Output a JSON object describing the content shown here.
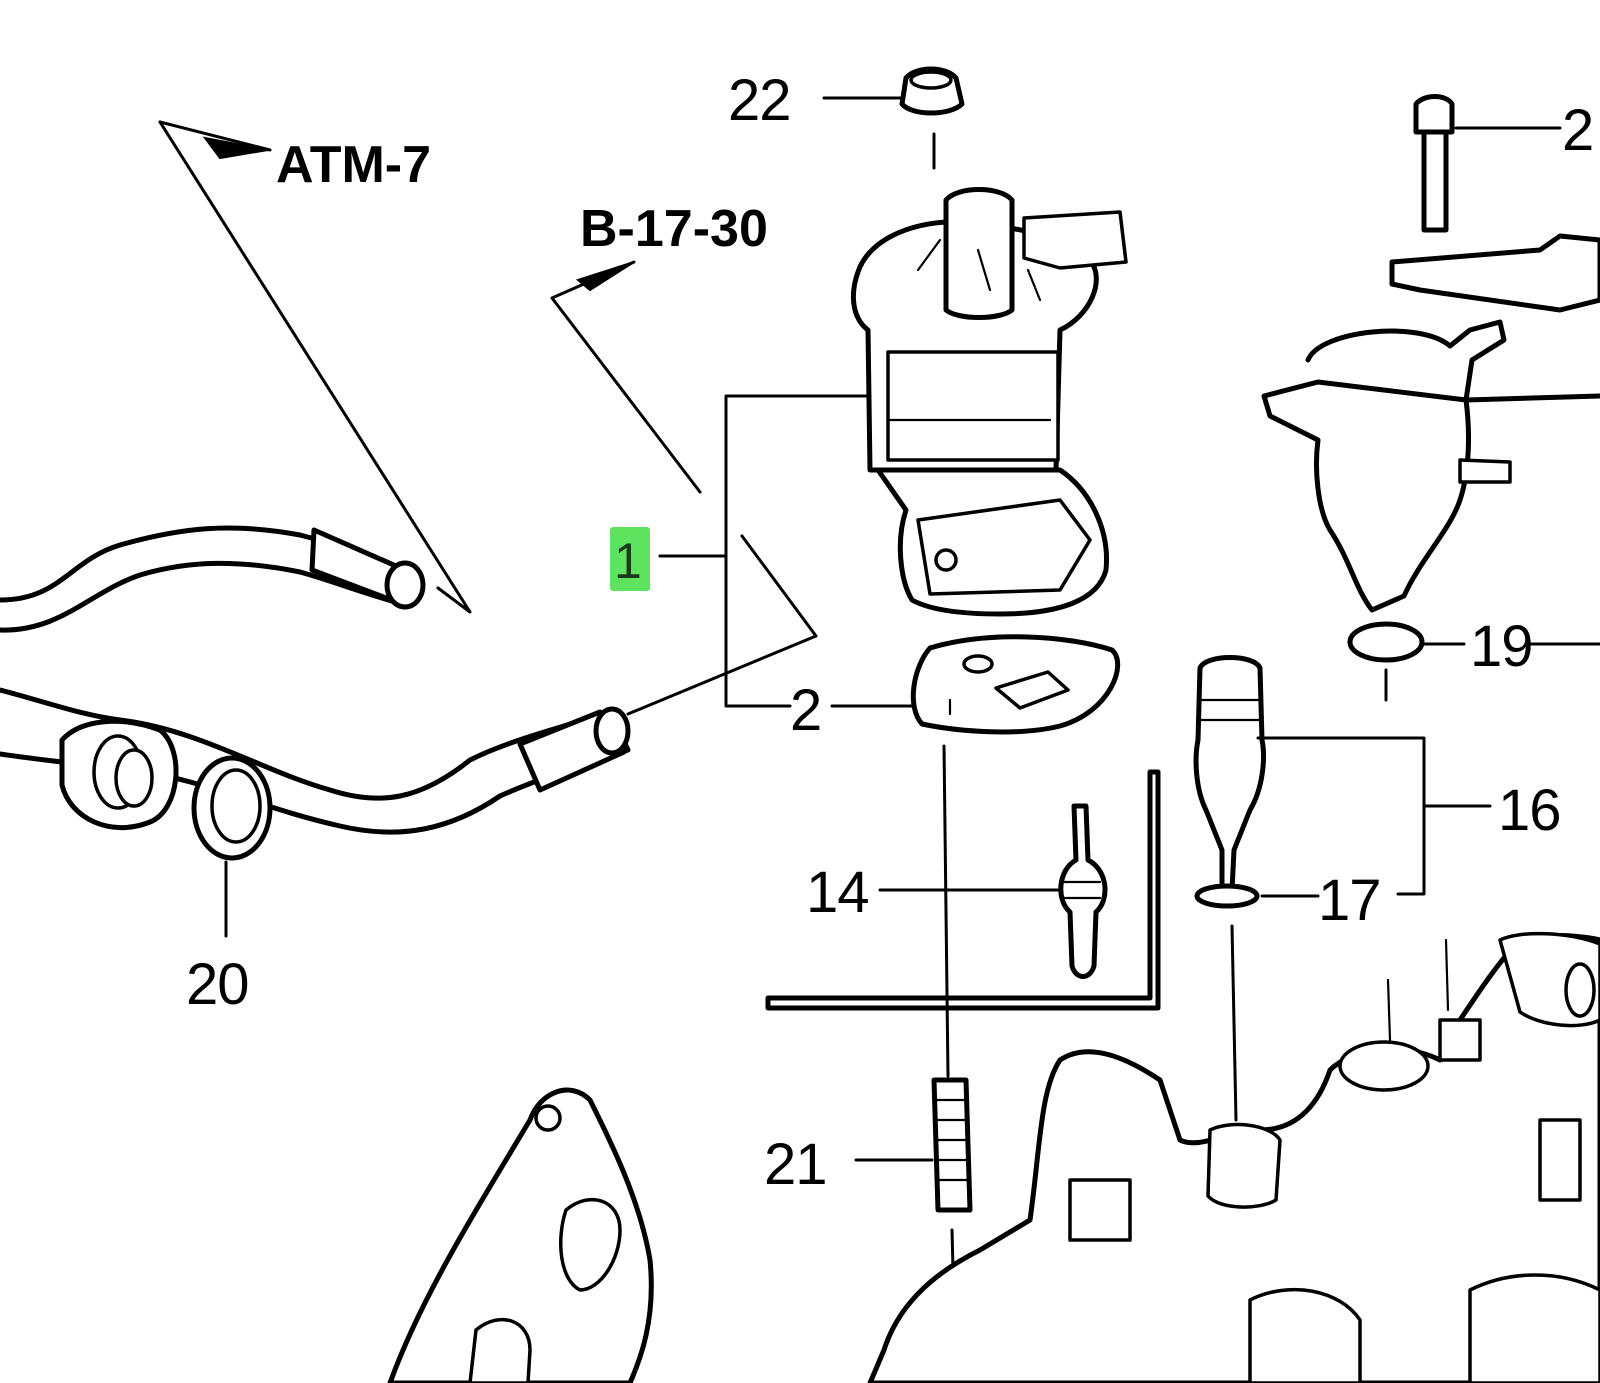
{
  "references": {
    "atm": "ATM-7",
    "b": "B-17-30"
  },
  "callouts": {
    "c1": "1",
    "c2": "2",
    "c14": "14",
    "c16": "16",
    "c17": "17",
    "c19": "19",
    "c20": "20",
    "c21": "21",
    "c22": "22",
    "c2_partial": "2"
  },
  "colors": {
    "highlight": "#5ee35e",
    "ink": "#000000"
  }
}
